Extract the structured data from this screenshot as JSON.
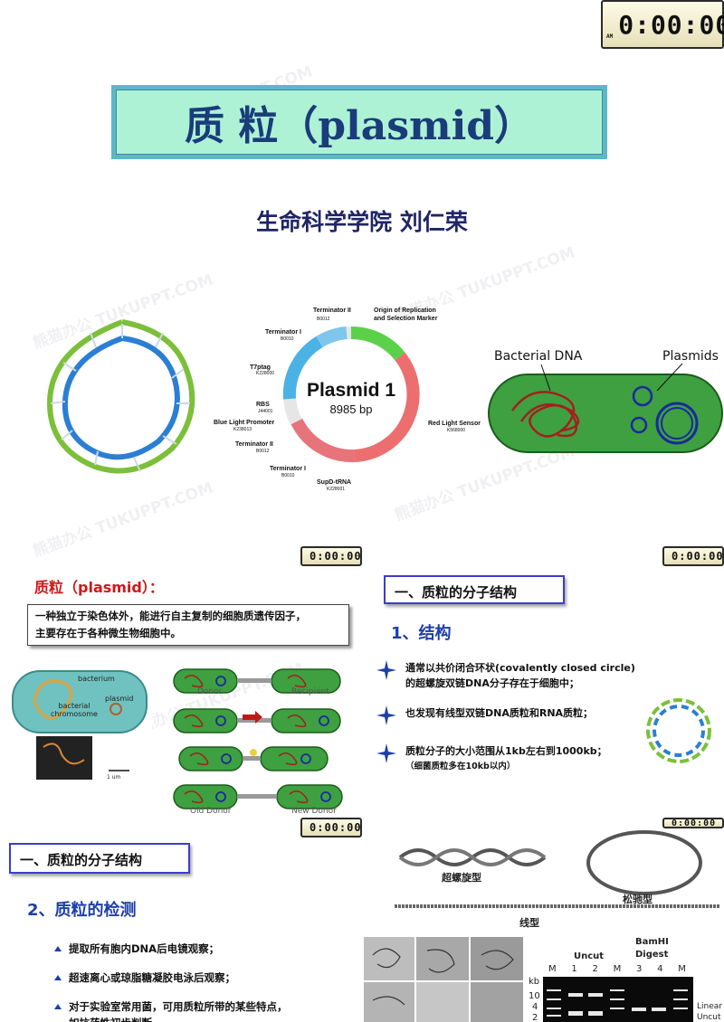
{
  "slide1": {
    "clock": {
      "ampm": "AM",
      "time": "0:00:00"
    },
    "title": "质 粒（plasmid）",
    "subtitle": "生命科学学院 刘仁荣",
    "watermarks": [
      "熊猫办公 TUKUPPT.COM",
      "熊猫办公 TUKUPPT.COM",
      "熊猫办公 TUKUPPT.COM",
      "熊猫办公 TUKUPPT.COM",
      "熊猫办公 TUKUPPT.COM",
      "熊猫办公 TUKUPPT.COM"
    ],
    "plasmid_map": {
      "name": "Plasmid 1",
      "size": "8985 bp",
      "labels": {
        "terminator2_top": "Terminator II",
        "terminator2_top_id": "B0012",
        "origin": "Origin of Replication",
        "origin2": "and Selection Marker",
        "terminator1_top": "Terminator I",
        "terminator1_top_id": "B0010",
        "t7ptag": "T7ptag",
        "t7ptag_id": "K228000",
        "rbs": "RBS",
        "rbs_id": "J44001",
        "blue_light": "Blue Light Promoter",
        "blue_light_id": "K238013",
        "terminator2_bot": "Terminator II",
        "terminator2_bot_id": "B0012",
        "terminator1_bot": "Terminator I",
        "terminator1_bot_id": "B0010",
        "supd": "SupD-tRNA",
        "supd_id": "K228001",
        "red_light": "Red Light Sensor",
        "red_light_id": "K568000"
      }
    },
    "bacteria": {
      "dna_label": "Bacterial DNA",
      "plasmid_label": "Plasmids"
    }
  },
  "slide2": {
    "clock_time": "0:00:00",
    "heading": "质粒（plasmid）：",
    "definition_line1": "一种独立于染色体外，能进行自主复制的细胞质遗传因子，",
    "definition_line2": "主要存在于各种微生物细胞中。",
    "cell_labels": {
      "bacterium": "bacterium",
      "chromosome1": "bacterial",
      "chromosome2": "chromosome",
      "plasmid": "plasmid",
      "scale": "1 um"
    },
    "conjugation_labels": {
      "donor": "Donor",
      "recipient": "Recipient",
      "old_donor": "Old Donor",
      "new_donor": "New Donor"
    }
  },
  "slide3": {
    "clock_time": "0:00:00",
    "section": "一、质粒的分子结构",
    "subsection": "1、结构",
    "bullets": [
      {
        "line1": "通常以共价闭合环状(covalently closed circle)",
        "line2": "的超螺旋双链DNA分子存在于细胞中；"
      },
      {
        "line1": "也发现有线型双链DNA质粒和RNA质粒；",
        "line2": ""
      },
      {
        "line1": "质粒分子的大小范围从1kb左右到1000kb；",
        "line2": "（细菌质粒多在10kb以内）"
      }
    ]
  },
  "slide4": {
    "clock_time": "0:00:00",
    "section": "一、质粒的分子结构",
    "subsection": "2、质粒的检测",
    "items": [
      "提取所有胞内DNA后电镜观察；",
      "超速离心或琼脂糖凝胶电泳后观察；",
      "对于实验室常用菌，可用质粒所带的某些特点，",
      "如抗药性初步判断。"
    ]
  },
  "slide5": {
    "clock_time": "0:00:00",
    "forms": {
      "supercoiled": "超螺旋型",
      "relaxed": "松驰型",
      "linear": "线型"
    },
    "gel": {
      "uncut": "Uncut",
      "bamhi": "BamHI",
      "digest": "Digest",
      "lanes": [
        "M",
        "1",
        "2",
        "M",
        "3",
        "4",
        "M"
      ],
      "kb": "kb",
      "ladder": [
        "10",
        "4",
        "2"
      ],
      "band_linear": "Linear",
      "band_uncut": "Uncut"
    }
  },
  "colors": {
    "title_blue": "#1a3c7a",
    "heading_red": "#d01818",
    "accent_blue": "#1d3fa6",
    "cell_green": "#3ea040"
  }
}
